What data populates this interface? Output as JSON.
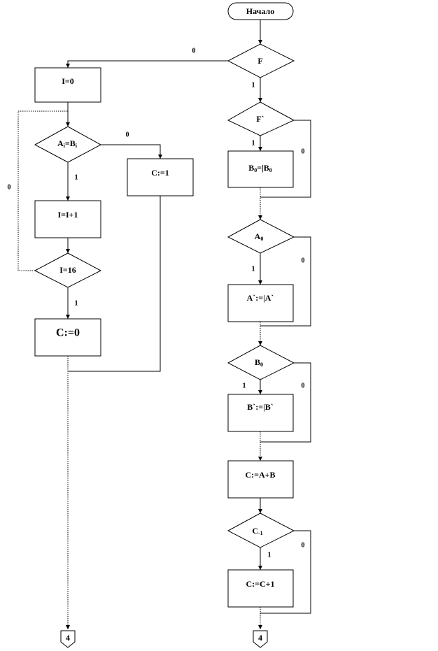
{
  "start": "Начало",
  "left_branch": {
    "init": "I=0",
    "compare_main": "A",
    "compare_sub1": "i",
    "compare_mid": "=B",
    "compare_sub2": "i",
    "set_one": "C:=1",
    "increment": "I=I+1",
    "loop_check": "I=16",
    "set_zero": "C:=0"
  },
  "right_branch": {
    "f_check": "F",
    "f2_check": "F`",
    "b0_assign_a": "B",
    "b0_assign_sub1": "0",
    "b0_assign_b": "=|B",
    "b0_assign_sub2": "0",
    "a0_check_main": "A",
    "a0_check_sub": "0",
    "a_negate": "A`:=|A`",
    "b0_check_main": "B",
    "b0_check_sub": "0",
    "b_negate": "B`:=|B`",
    "sum": "C:=A+B",
    "cm1_check_main": "C",
    "cm1_check_sub": "-1",
    "increment_c": "C:=C+1"
  },
  "edge_labels": {
    "zero": "0",
    "one": "1"
  },
  "connectors": {
    "left": "4",
    "right": "4"
  }
}
